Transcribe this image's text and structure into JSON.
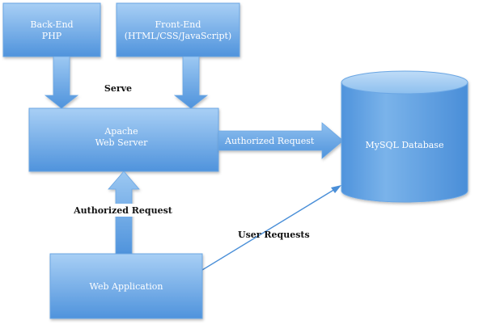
{
  "colors": {
    "box_top": "#9cc8f2",
    "box_bottom": "#4a90d9",
    "box_border": "#3d7fc4",
    "arrow_fill": "#5b9de0",
    "line_color": "#4a8fd8"
  },
  "nodes": {
    "backend": {
      "line1": "Back-End",
      "line2": "PHP"
    },
    "frontend": {
      "line1": "Front-End",
      "line2": "(HTML/CSS/JavaScript)"
    },
    "apache": {
      "line1": "Apache",
      "line2": "Web Server"
    },
    "database": {
      "label": "MySQL Database"
    },
    "webapp": {
      "label": "Web Application"
    }
  },
  "edges": {
    "serve": "Serve",
    "authorized_request_right": "Authorized Request",
    "authorized_request_up": "Authorized Request",
    "user_requests": "User Requests"
  }
}
